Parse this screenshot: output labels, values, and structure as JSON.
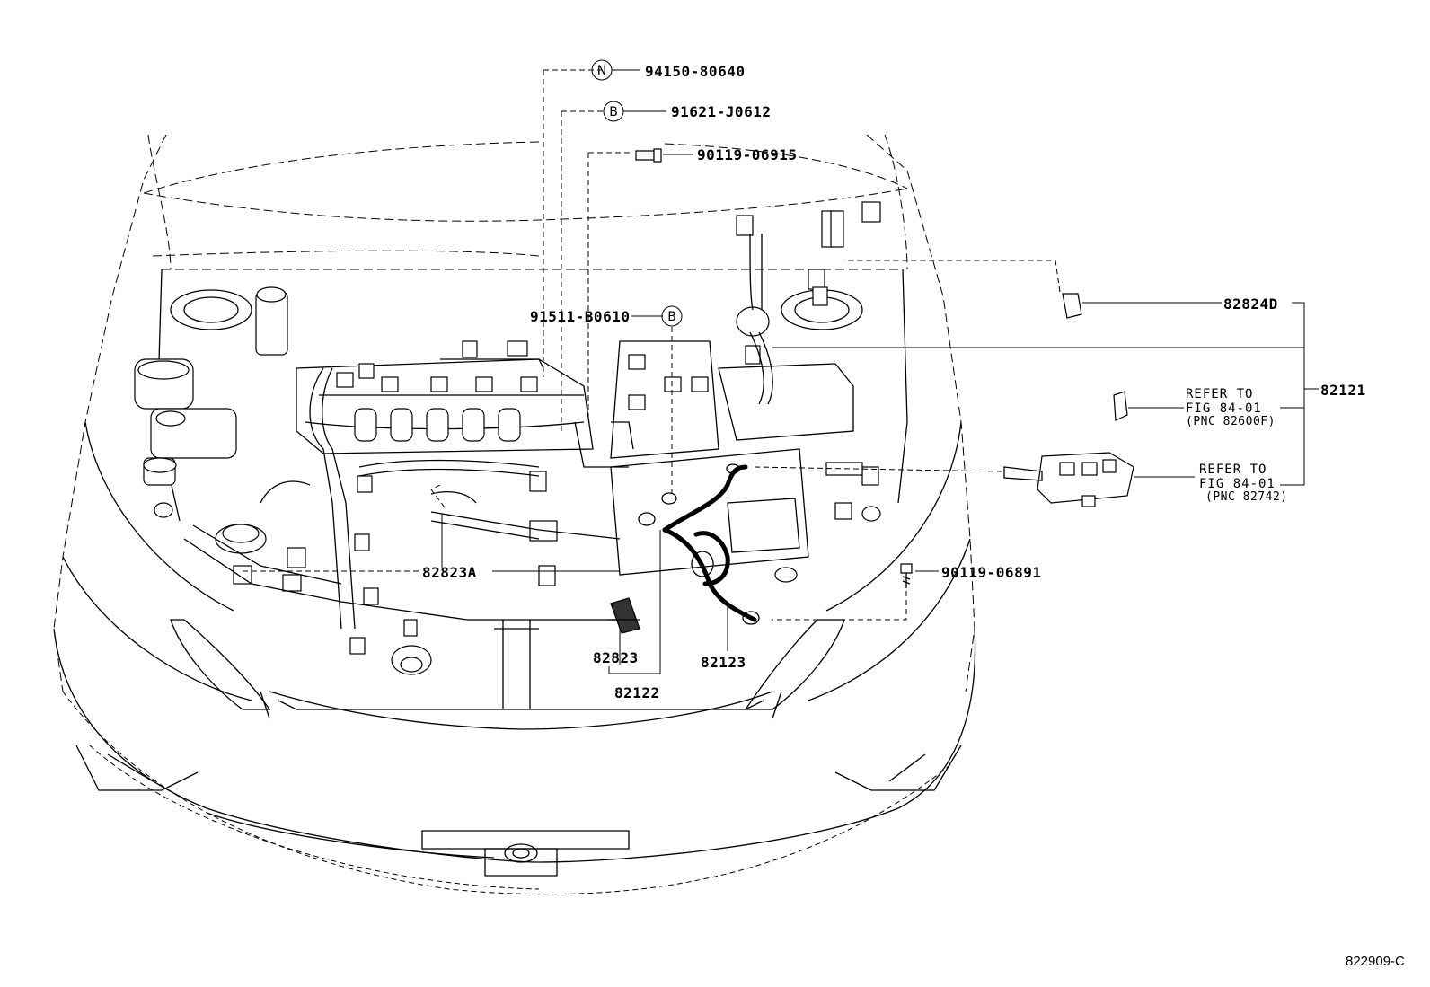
{
  "diagram": {
    "callouts": {
      "c94150": {
        "marker": "N",
        "part_number": "94150-80640"
      },
      "c91621": {
        "marker": "B",
        "part_number": "91621-J0612"
      },
      "c90119a": {
        "part_number": "90119-06915"
      },
      "c91511": {
        "marker": "B",
        "part_number": "91511-B0610"
      },
      "c82824d": {
        "part_number": "82824D"
      },
      "c82121": {
        "part_number": "82121"
      },
      "ref1": {
        "line1": "REFER TO",
        "line2": "FIG 84-01",
        "line3": "(PNC 82600F)"
      },
      "ref2": {
        "line1": "REFER TO",
        "line2": "FIG 84-01",
        "line3": "(PNC 82742)"
      },
      "c90119b": {
        "part_number": "90119-06891"
      },
      "c82823a": {
        "part_number": "82823A"
      },
      "c82823": {
        "part_number": "82823"
      },
      "c82122": {
        "part_number": "82122"
      },
      "c82123": {
        "part_number": "82123"
      }
    },
    "figure_code": "822909-C"
  }
}
